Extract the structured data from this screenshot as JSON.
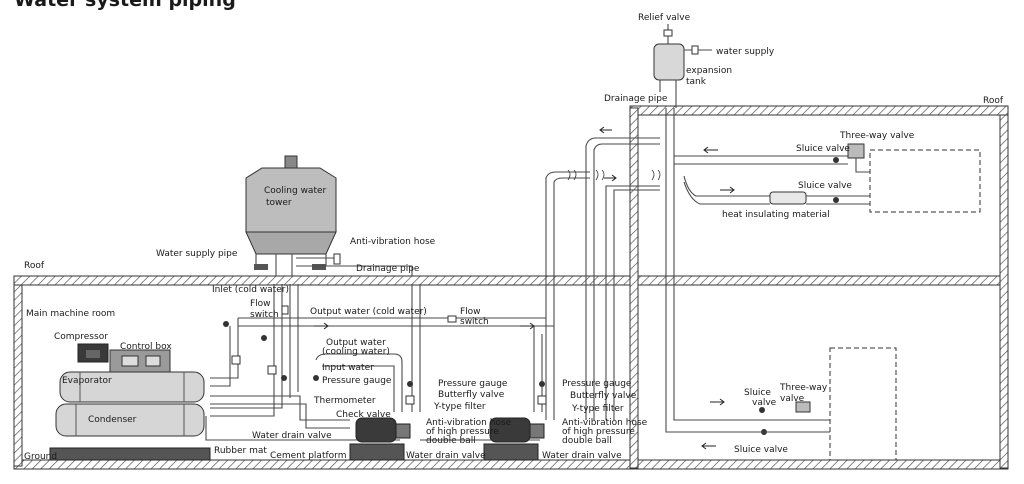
{
  "title": "Water system piping",
  "labels": {
    "relief_valve": "Relief valve",
    "water_supply": "water supply",
    "expansion_tank": "expansion",
    "expansion_tank_2": "tank",
    "drainage_pipe_top": "Drainage pipe",
    "roof_right": "Roof",
    "roof_left": "Roof",
    "three_way_valve_top": "Three-way valve",
    "sluice_valve_top": "Sluice valve",
    "sluice_valve_mid": "Sluice valve",
    "heat_insulating": "heat insulating material",
    "cooling_tower_1": "Cooling water",
    "cooling_tower_2": "tower",
    "water_supply_pipe": "Water supply pipe",
    "anti_vibration_hose_top": "Anti-vibration hose",
    "drainage_pipe_mid": "Drainage pipe",
    "inlet_cold": "Inlet (cold water)",
    "main_machine_room": "Main machine room",
    "flow_switch_1a": "Flow",
    "flow_switch_1b": "switch",
    "output_cold": "Output water (cold water)",
    "flow_switch_2a": "Flow",
    "flow_switch_2b": "switch",
    "compressor": "Compressor",
    "control_box": "Control box",
    "output_cooling_1": "Output water",
    "output_cooling_2": "(cooling water)",
    "evaporator": "Evaporator",
    "input_water": "Input water",
    "pressure_gauge_1": "Pressure gauge",
    "pressure_gauge_2": "Pressure gauge",
    "pressure_gauge_3": "Pressure gauge",
    "butterfly_valve_1": "Butterfly valve",
    "butterfly_valve_2": "Butterfly valve",
    "thermometer": "Thermometer",
    "condenser": "Condenser",
    "check_valve": "Check valve",
    "y_filter_1": "Y-type filter",
    "y_filter_2": "Y-type filter",
    "anti_hose_1a": "Anti-vibration hose",
    "anti_hose_1b": "of  high pressure",
    "anti_hose_1c": "double ball",
    "anti_hose_2a": "Anti-vibration hose",
    "anti_hose_2b": "of  high pressure",
    "anti_hose_2c": "double ball",
    "water_drain_valve_1": "Water drain valve",
    "water_drain_valve_2": "Water drain valve",
    "water_drain_valve_3": "Water drain valve",
    "rubber_mat": "Rubber mat",
    "ground": "Ground",
    "cement_platform": "Cement platform",
    "sluice_valve_low_a": "Sluice",
    "sluice_valve_low_b": "valve",
    "three_way_low_a": "Three-way",
    "three_way_low_b": "valve",
    "sluice_valve_bottom": "Sluice valve"
  },
  "icons": [
    "cooling-tower-icon",
    "expansion-tank-icon",
    "chiller-icon",
    "pump-icon",
    "valve-icon",
    "gauge-icon"
  ]
}
